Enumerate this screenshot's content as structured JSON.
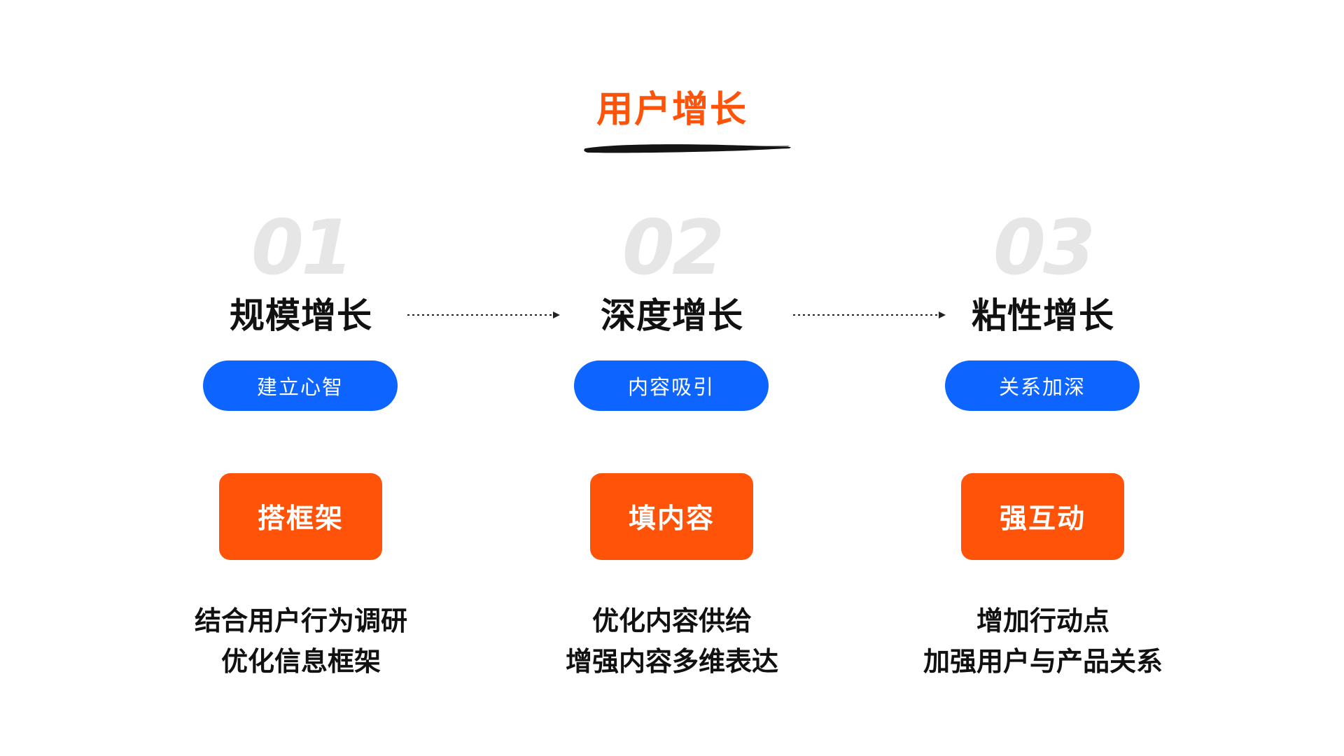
{
  "title": "用户增长",
  "colors": {
    "accent_orange": "#FF5309",
    "pill_blue": "#0D64FF",
    "number_gray": "#E6E6E6",
    "heading_text": "#111111",
    "brush_black": "#141414"
  },
  "steps": [
    {
      "number": "01",
      "heading": "规模增长",
      "pill": "建立心智",
      "tag": "搭框架",
      "desc": [
        "结合用户行为调研",
        "优化信息框架"
      ]
    },
    {
      "number": "02",
      "heading": "深度增长",
      "pill": "内容吸引",
      "tag": "填内容",
      "desc": [
        "优化内容供给",
        "增强内容多维表达"
      ]
    },
    {
      "number": "03",
      "heading": "粘性增长",
      "pill": "关系加深",
      "tag": "强互动",
      "desc": [
        "增加行动点",
        "加强用户与产品关系"
      ]
    }
  ]
}
